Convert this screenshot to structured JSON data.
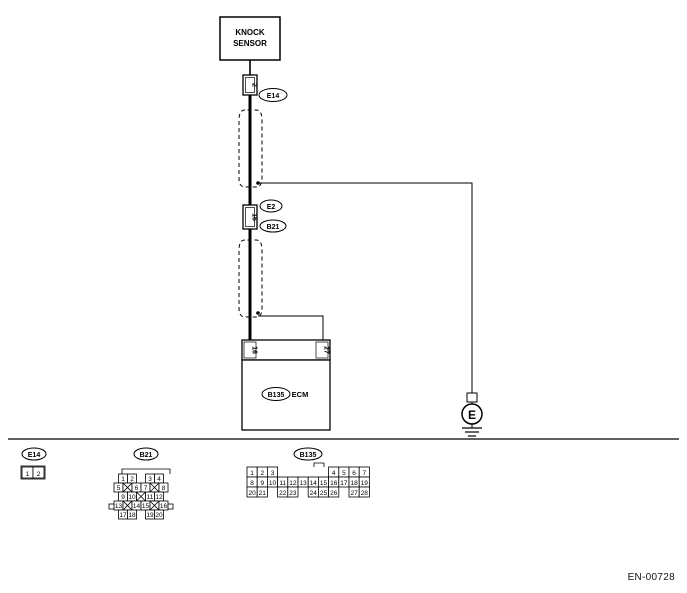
{
  "components": {
    "knock_sensor": {
      "line1": "KNOCK",
      "line2": "SENSOR"
    },
    "ecm": {
      "connector_tag": "B135",
      "label": "ECM",
      "pin_left": "16",
      "pin_right": "27"
    }
  },
  "connectors": {
    "e14_inline": {
      "tag": "E14",
      "pin": "2"
    },
    "e2_b21_inline": {
      "tag_top": "E2",
      "tag_bottom": "B21",
      "pin": "16"
    }
  },
  "ground": {
    "symbol": "E"
  },
  "connector_views": {
    "e14": {
      "tag": "E14",
      "pins": [
        "1",
        "2"
      ]
    },
    "b21": {
      "tag": "B21",
      "rows": [
        [
          "1",
          "2",
          "",
          "3",
          "4"
        ],
        [
          "5",
          "x",
          "6",
          "7",
          "x",
          "8"
        ],
        [
          "9",
          "10",
          "x",
          "11",
          "12"
        ],
        [
          "13",
          "x",
          "14",
          "15",
          "x",
          "16"
        ],
        [
          "17",
          "18",
          "",
          "19",
          "20"
        ]
      ]
    },
    "b135": {
      "tag": "B135",
      "rows": [
        [
          "1",
          "2",
          "3",
          "",
          "",
          "",
          "",
          "",
          "4",
          "5",
          "6",
          "7"
        ],
        [
          "8",
          "9",
          "10",
          "11",
          "12",
          "13",
          "14",
          "15",
          "16",
          "17",
          "18",
          "19"
        ],
        [
          "20",
          "21",
          "",
          "22",
          "23",
          "",
          "24",
          "25",
          "26",
          "",
          "27",
          "28"
        ]
      ]
    }
  },
  "figure_id": "EN-00728"
}
